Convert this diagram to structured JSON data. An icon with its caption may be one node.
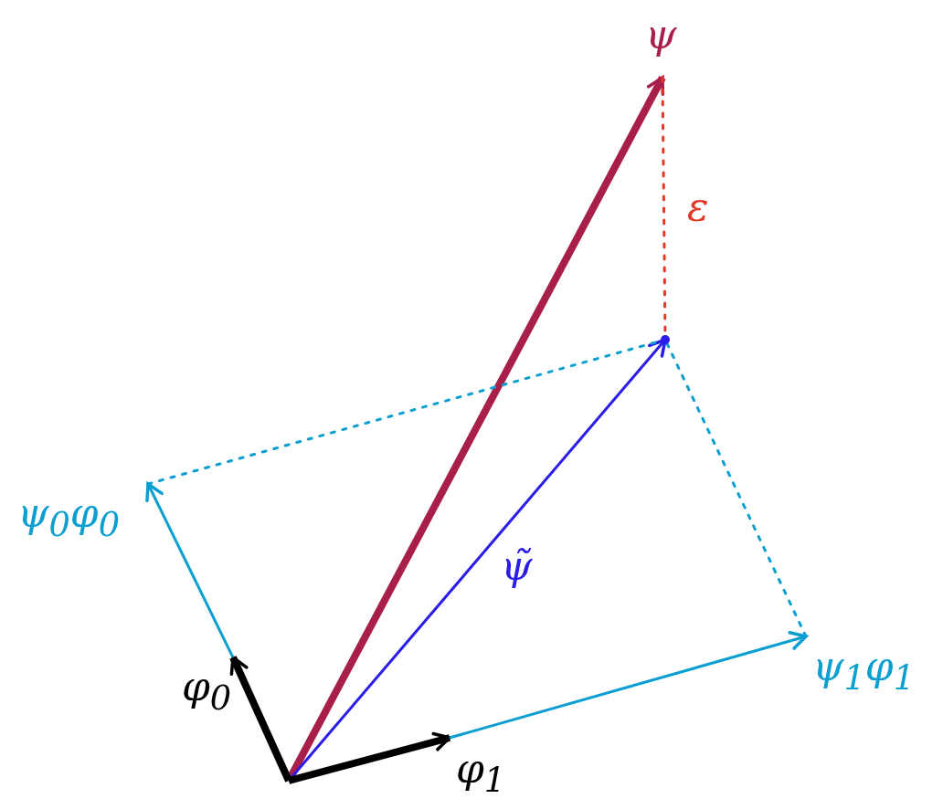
{
  "diagram": {
    "nodes": [
      {
        "text": [
          "ψ"
        ]
      },
      {
        "text": [
          "ψ$_{0}$φ$_{0}$"
        ]
      },
      {
        "text": [
          "ψ$_{1}$φ$_{1}$"
        ]
      },
      {
        "text": [
          "φ$_{0}$"
        ]
      },
      {
        "text": [
          "φ$_{1}$"
        ]
      },
      {
        "text": [],
        "shape": "point"
      }
    ],
    "edges": [
      {
        "from": null,
        "to": 0,
        "arrow": "to",
        "style": "thick",
        "color": "#a8204a"
      },
      {
        "from": null,
        "to": 5,
        "arrow": "to",
        "label": "ψ̃",
        "color": "#2b1de8"
      },
      {
        "from": null,
        "to": 3,
        "arrow": "to",
        "style": "thick",
        "color": "#000000"
      },
      {
        "from": null,
        "to": 4,
        "arrow": "to",
        "style": "thick",
        "color": "#000000"
      },
      {
        "from": 3,
        "to": 1,
        "arrow": "to",
        "color": "#0a9fd0"
      },
      {
        "from": 4,
        "to": 2,
        "arrow": "to",
        "color": "#0a9fd0"
      },
      {
        "from": 0,
        "to": 5,
        "arrow": "none",
        "style": "dashed",
        "color": "#e03a2a",
        "label": "ε"
      },
      {
        "from": 1,
        "to": 5,
        "arrow": "none",
        "style": "dashed",
        "color": "#0a9fd0"
      },
      {
        "from": 2,
        "to": 5,
        "arrow": "none",
        "style": "dashed",
        "color": "#0a9fd0"
      }
    ]
  }
}
